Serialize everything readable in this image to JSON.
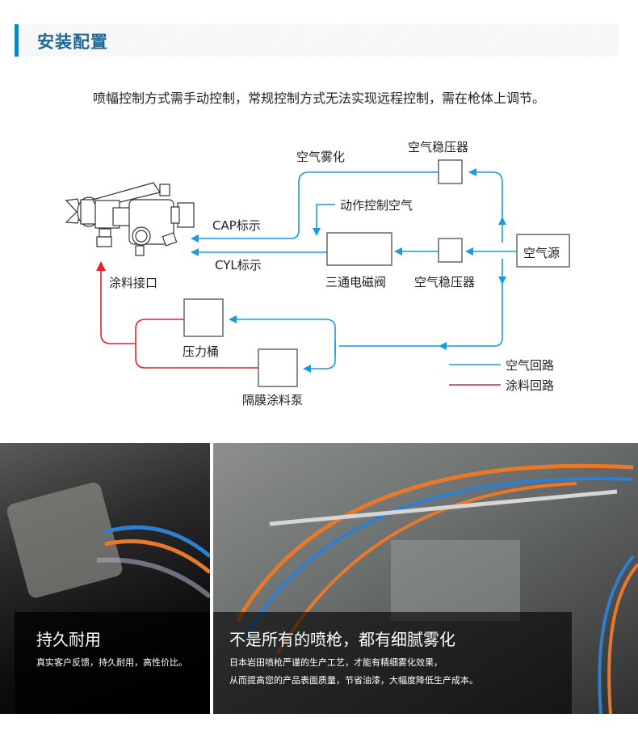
{
  "section": {
    "title": "安装配置",
    "accent": "#0e86c6"
  },
  "intro": "喷幅控制方式需手动控制，常规控制方式无法实现远程控制，需在枪体上调节。",
  "diagram": {
    "air_atomize": "空气雾化",
    "regulator_top": "空气稳压器",
    "action_air": "动作控制空气",
    "cap": "CAP标示",
    "cyl": "CYL标示",
    "paint_inlet": "涂料接口",
    "solenoid": "三通电磁阀",
    "regulator": "空气稳压器",
    "air_source": "空气源",
    "pressure_tank": "压力桶",
    "pump": "隔膜涂料泵",
    "legend": [
      {
        "label": "空气回路",
        "color": "#1a9be0"
      },
      {
        "label": "涂料回路",
        "color": "#e5202a"
      }
    ]
  },
  "photos": [
    {
      "title": "持久耐用",
      "lines": [
        "真实客户反馈，持久耐用，高性价比。"
      ]
    },
    {
      "title": "不是所有的喷枪，都有细腻雾化",
      "lines": [
        "日本岩田喷枪严谨的生产工艺，才能有精细雾化效果，",
        "从而提高您的产品表面质量，节省油漆，大幅度降低生产成本。"
      ]
    }
  ]
}
